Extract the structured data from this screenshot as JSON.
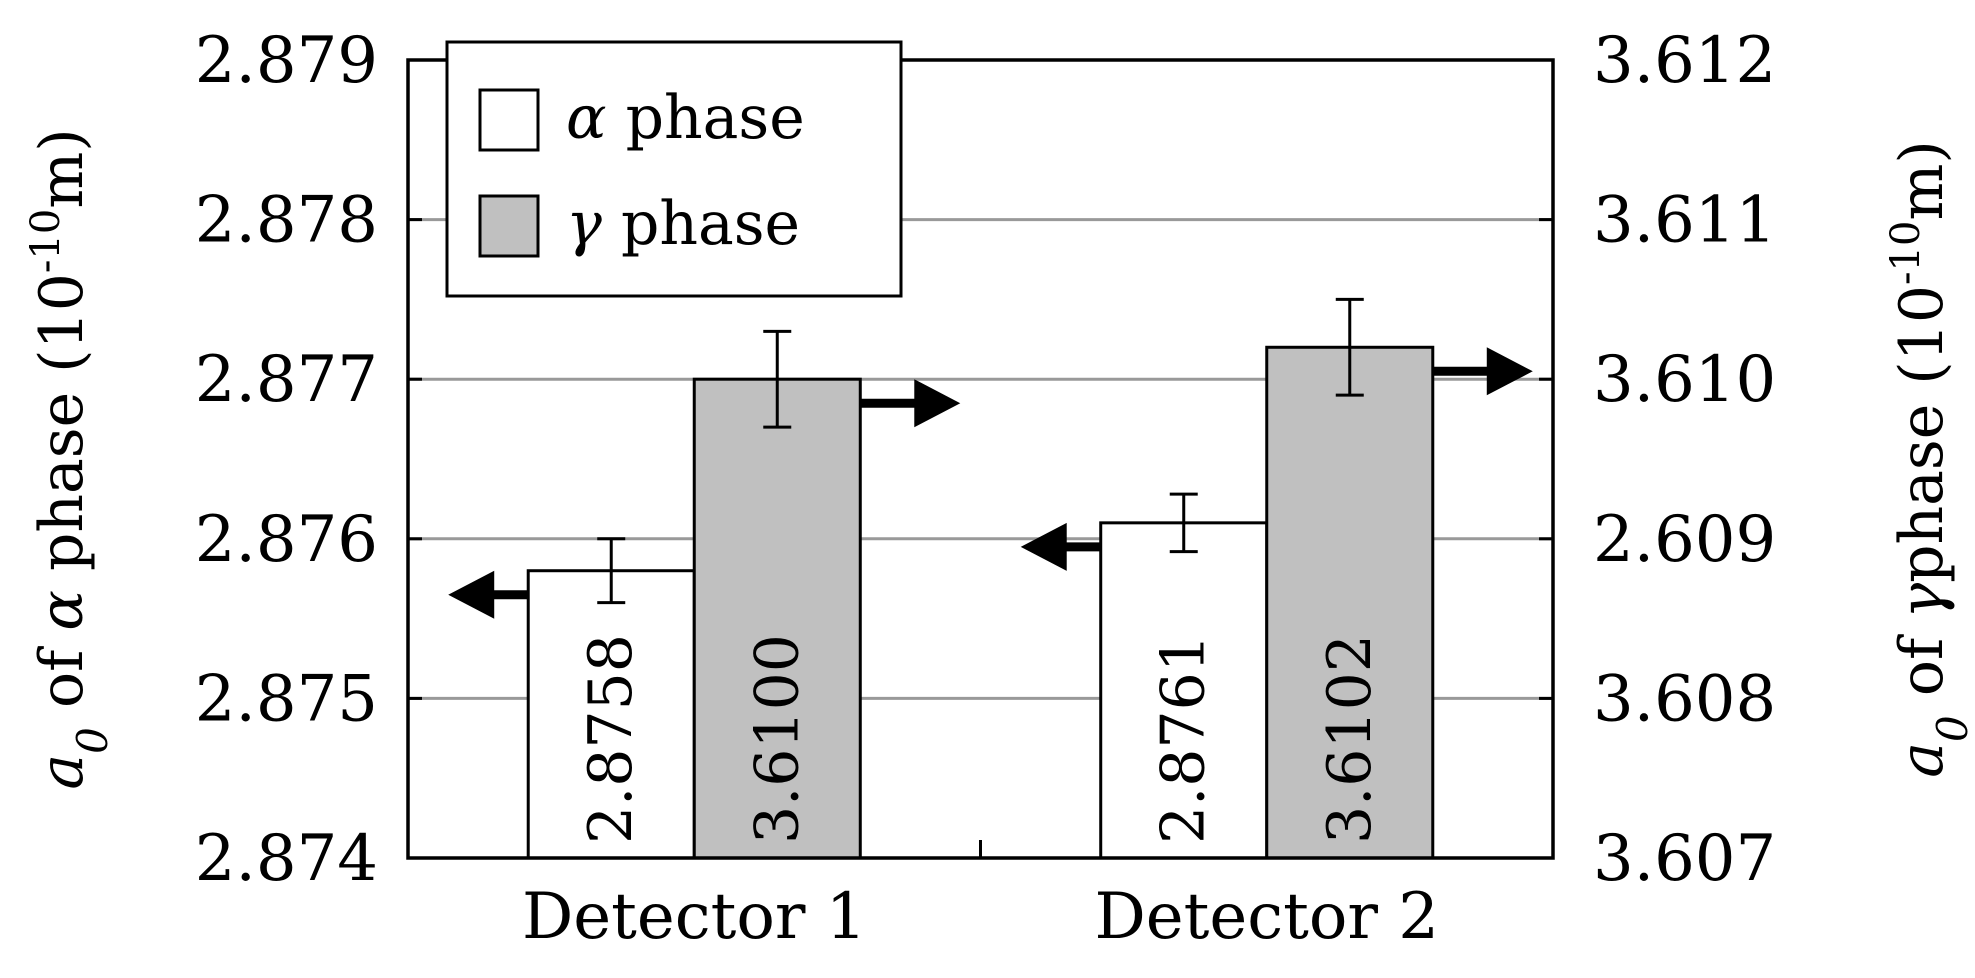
{
  "chart_data": {
    "type": "bar",
    "categories": [
      "Detector 1",
      "Detector 2"
    ],
    "series": [
      {
        "name": "phase",
        "symbol": "α",
        "axis": "left",
        "color": "#ffffff",
        "values": [
          2.8758,
          2.8761
        ],
        "value_labels": [
          "2.8758",
          "2.8761"
        ],
        "error": [
          0.0002,
          0.00018
        ]
      },
      {
        "name": "phase",
        "symbol": "γ",
        "axis": "right",
        "color": "#c0c0c0",
        "values": [
          3.61,
          3.6102
        ],
        "value_labels": [
          "3.6100",
          "3.6102"
        ],
        "error": [
          0.0003,
          0.0003
        ]
      }
    ],
    "left_axis": {
      "label_prefix": "a",
      "label_sub": "0",
      "label_mid": " of ",
      "label_symbol": "α",
      "label_suffix": " phase (10",
      "label_exp": "-10",
      "label_unit": "m)",
      "ylim": [
        2.874,
        2.879
      ],
      "ticks": [
        2.874,
        2.875,
        2.876,
        2.877,
        2.878,
        2.879
      ],
      "tick_labels": [
        "2.874",
        "2.875",
        "2.876",
        "2.877",
        "2.878",
        "2.879"
      ]
    },
    "right_axis": {
      "label_prefix": "a",
      "label_sub": "0",
      "label_mid": " of ",
      "label_symbol": "γ",
      "label_suffix": "phase (10",
      "label_exp": "-10",
      "label_unit": "m)",
      "ylim": [
        3.607,
        3.612
      ],
      "ticks": [
        3.607,
        3.608,
        3.609,
        3.61,
        3.611,
        3.612
      ],
      "tick_labels": [
        "3.607",
        "3.608",
        "2.609",
        "3.610",
        "3.611",
        "3.612"
      ]
    },
    "grid": true,
    "legend_position": "top-left"
  }
}
